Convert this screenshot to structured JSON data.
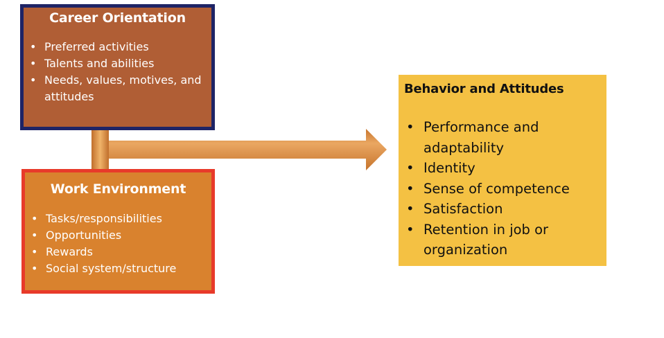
{
  "career": {
    "title": "Career Orientation",
    "items": [
      "Preferred activities",
      "Talents and abilities",
      "Needs, values, motives, and attitudes"
    ]
  },
  "work": {
    "title": "Work Environment",
    "items": [
      "Tasks/responsibilities",
      "Opportunities",
      "Rewards",
      "Social system/structure"
    ]
  },
  "behavior": {
    "title": "Behavior and Attitudes",
    "items": [
      "Performance and adaptability",
      "Identity",
      "Sense of competence",
      "Satisfaction",
      "Retention in job or organization"
    ]
  },
  "bullet": "•",
  "colors": {
    "career_fill": "#b05e35",
    "career_border": "#1e2466",
    "work_fill": "#d9822e",
    "work_border": "#e83a2a",
    "behavior_fill": "#f4c143",
    "arrow": "#d9822e"
  }
}
